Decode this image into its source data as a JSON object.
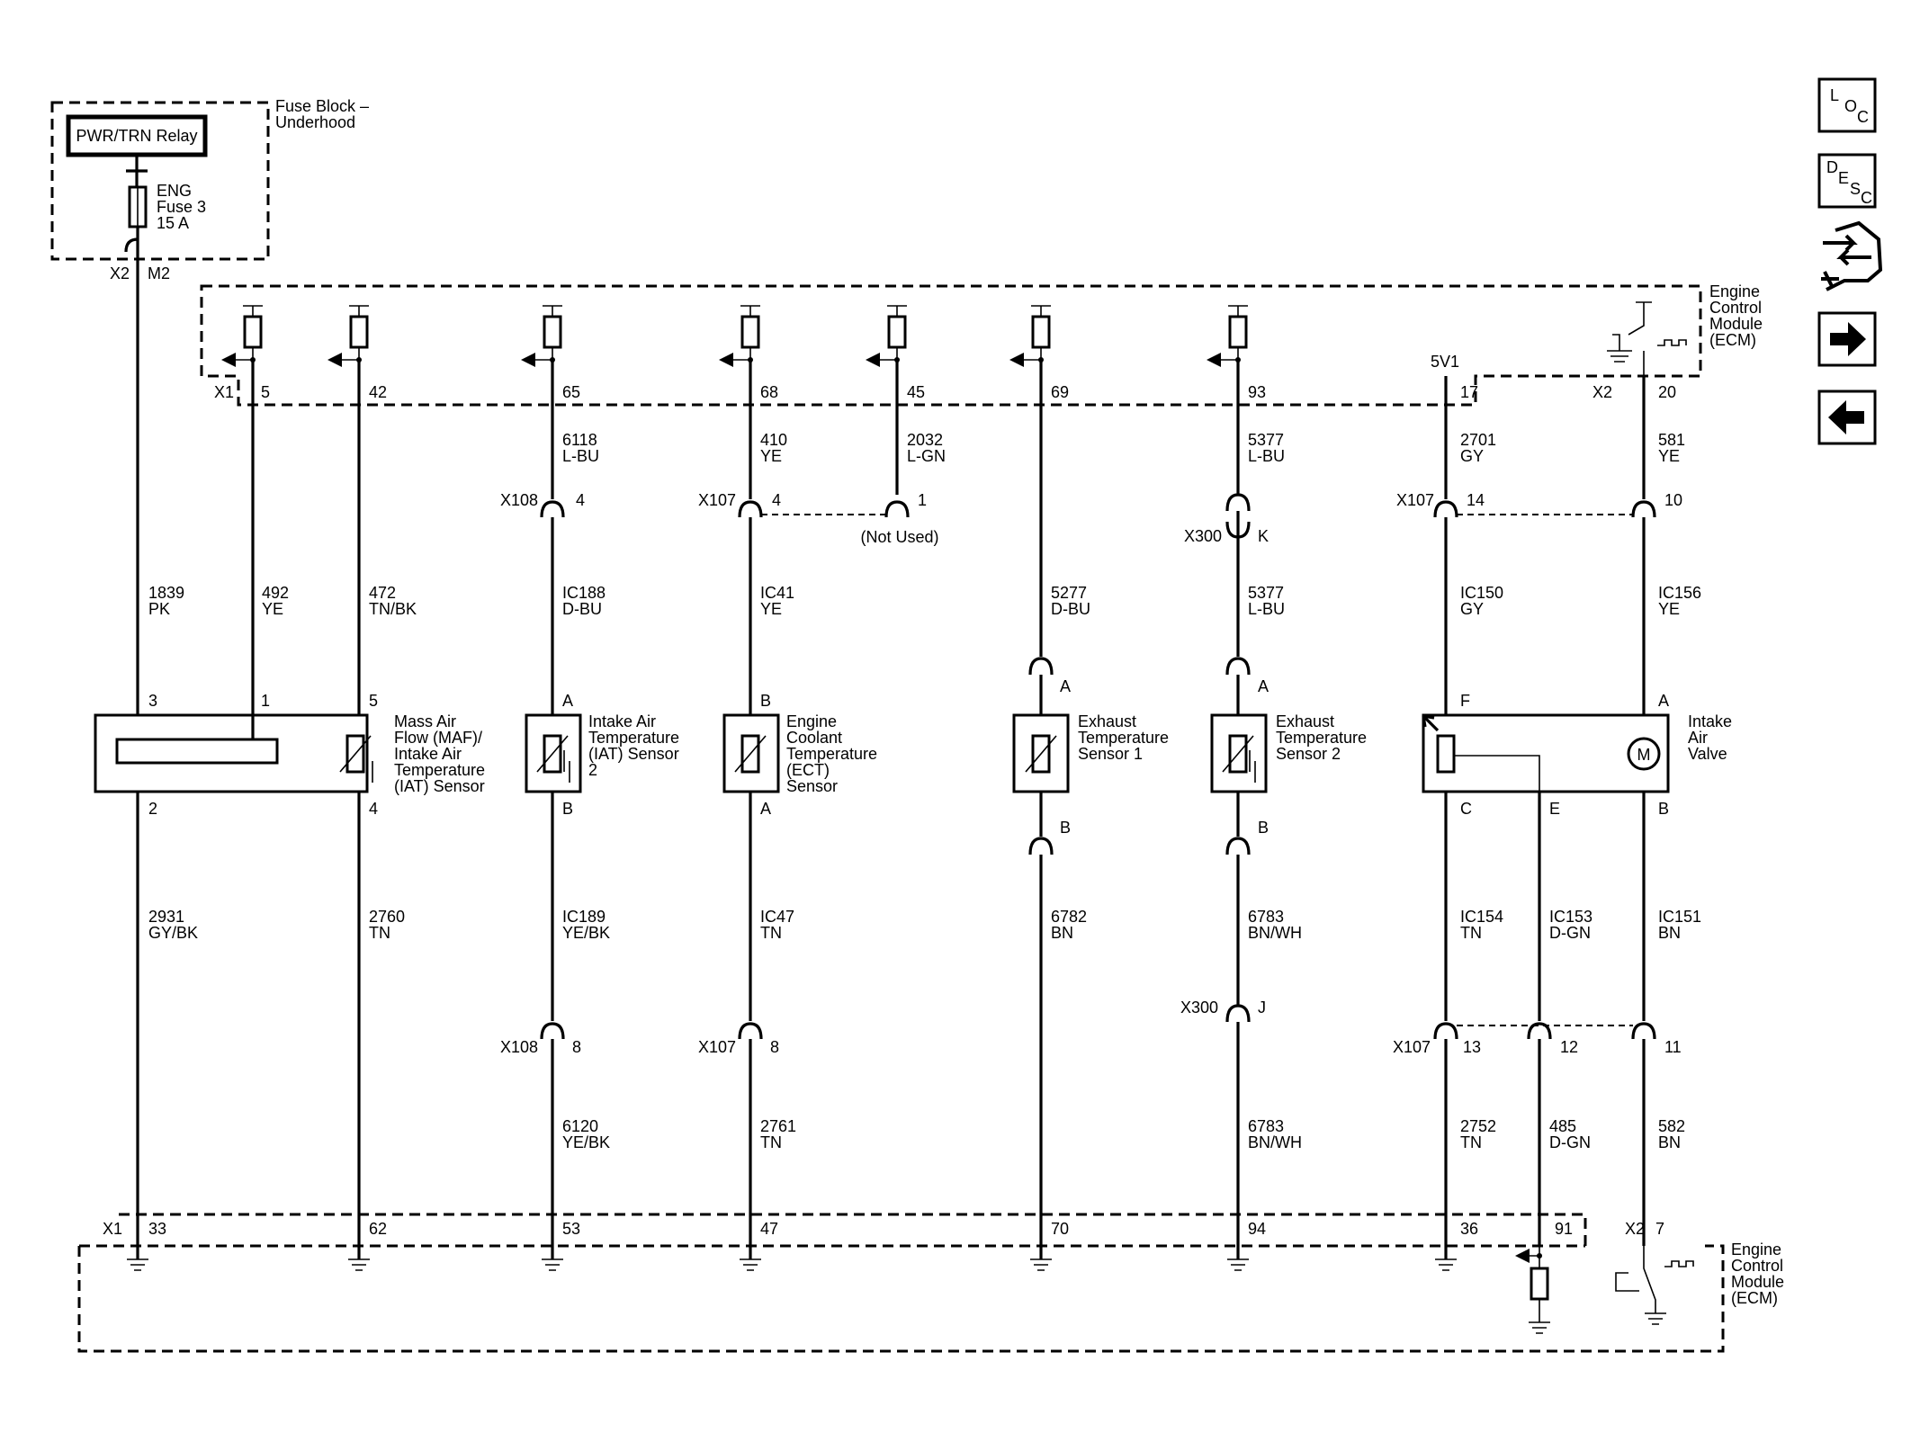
{
  "fuse_block": {
    "title_line1": "Fuse Block –",
    "title_line2": "Underhood",
    "relay": "PWR/TRN Relay",
    "fuse_line1": "ENG",
    "fuse_line2": "Fuse 3",
    "fuse_line3": "15 A",
    "connector": "X2",
    "pin": "M2"
  },
  "ecm_top": {
    "line1": "Engine",
    "line2": "Control",
    "line3": "Module",
    "line4": "(ECM)",
    "x1": "X1",
    "x2": "X2",
    "ref_5v": "5V1",
    "pins": [
      "5",
      "42",
      "65",
      "68",
      "45",
      "69",
      "93",
      "17",
      "20"
    ]
  },
  "ecm_bottom": {
    "line1": "Engine",
    "line2": "Control",
    "line3": "Module",
    "line4": "(ECM)",
    "x1": "X1",
    "x2": "X2",
    "pins": [
      "33",
      "62",
      "53",
      "47",
      "70",
      "94",
      "36",
      "91",
      "7"
    ]
  },
  "wires": [
    {
      "num": "6118",
      "color": "L-BU"
    },
    {
      "num": "410",
      "color": "YE"
    },
    {
      "num": "2032",
      "color": "L-GN"
    },
    {
      "num": "5377",
      "color": "L-BU"
    },
    {
      "num": "2701",
      "color": "GY"
    },
    {
      "num": "581",
      "color": "YE"
    },
    {
      "num": "1839",
      "color": "PK"
    },
    {
      "num": "492",
      "color": "YE"
    },
    {
      "num": "472",
      "color": "TN/BK"
    },
    {
      "num": "IC188",
      "color": "D-BU"
    },
    {
      "num": "IC41",
      "color": "YE"
    },
    {
      "num": "5277",
      "color": "D-BU"
    },
    {
      "num": "5377",
      "color": "L-BU"
    },
    {
      "num": "IC150",
      "color": "GY"
    },
    {
      "num": "IC156",
      "color": "YE"
    },
    {
      "num": "2931",
      "color": "GY/BK"
    },
    {
      "num": "2760",
      "color": "TN"
    },
    {
      "num": "IC189",
      "color": "YE/BK"
    },
    {
      "num": "IC47",
      "color": "TN"
    },
    {
      "num": "6782",
      "color": "BN"
    },
    {
      "num": "6783",
      "color": "BN/WH"
    },
    {
      "num": "IC154",
      "color": "TN"
    },
    {
      "num": "IC153",
      "color": "D-GN"
    },
    {
      "num": "IC151",
      "color": "BN"
    },
    {
      "num": "6120",
      "color": "YE/BK"
    },
    {
      "num": "2761",
      "color": "TN"
    },
    {
      "num": "6783",
      "color": "BN/WH"
    },
    {
      "num": "2752",
      "color": "TN"
    },
    {
      "num": "485",
      "color": "D-GN"
    },
    {
      "num": "582",
      "color": "BN"
    }
  ],
  "connectors": {
    "x108_top": {
      "name": "X108",
      "pin": "4"
    },
    "x107_top_a": {
      "name": "X107",
      "pin": "4"
    },
    "x107_top_b": {
      "pin": "1"
    },
    "not_used": "(Not Used)",
    "x300_top": {
      "name": "X300",
      "pin": "K"
    },
    "x107_top_c": {
      "name": "X107",
      "pin": "14"
    },
    "x107_top_d": {
      "pin": "10"
    },
    "x108_bot": {
      "name": "X108",
      "pin": "8"
    },
    "x107_bot_a": {
      "name": "X107",
      "pin": "8"
    },
    "x300_bot": {
      "name": "X300",
      "pin": "J"
    },
    "x107_bot_c": {
      "name": "X107",
      "pin": "13"
    },
    "x107_bot_d": {
      "pin": "12"
    },
    "x107_bot_e": {
      "pin": "11"
    }
  },
  "components": {
    "maf": {
      "lines": [
        "Mass Air",
        "Flow (MAF)/",
        "Intake Air",
        "Temperature",
        "(IAT) Sensor"
      ],
      "pins_top": [
        "3",
        "1",
        "5"
      ],
      "pins_bot": [
        "2",
        "4"
      ]
    },
    "iat2": {
      "lines": [
        "Intake Air",
        "Temperature",
        "(IAT) Sensor",
        "2"
      ],
      "pin_top": "A",
      "pin_bot": "B"
    },
    "ect": {
      "lines": [
        "Engine",
        "Coolant",
        "Temperature",
        "(ECT)",
        "Sensor"
      ],
      "pin_top": "B",
      "pin_bot": "A"
    },
    "egt1": {
      "lines": [
        "Exhaust",
        "Temperature",
        "Sensor 1"
      ],
      "pin_top": "A",
      "pin_bot": "B"
    },
    "egt2": {
      "lines": [
        "Exhaust",
        "Temperature",
        "Sensor 2"
      ],
      "pin_top": "A",
      "pin_bot": "B"
    },
    "iav": {
      "lines": [
        "Intake",
        "Air",
        "Valve"
      ],
      "motor": "M",
      "pins_top": [
        "F",
        "A"
      ],
      "pins_bot": [
        "C",
        "E",
        "B"
      ]
    }
  },
  "nav": {
    "loc": {
      "a": "L",
      "b": "O",
      "c": "C"
    },
    "desc": {
      "a": "D",
      "b": "E",
      "c": "S",
      "d": "C"
    }
  }
}
